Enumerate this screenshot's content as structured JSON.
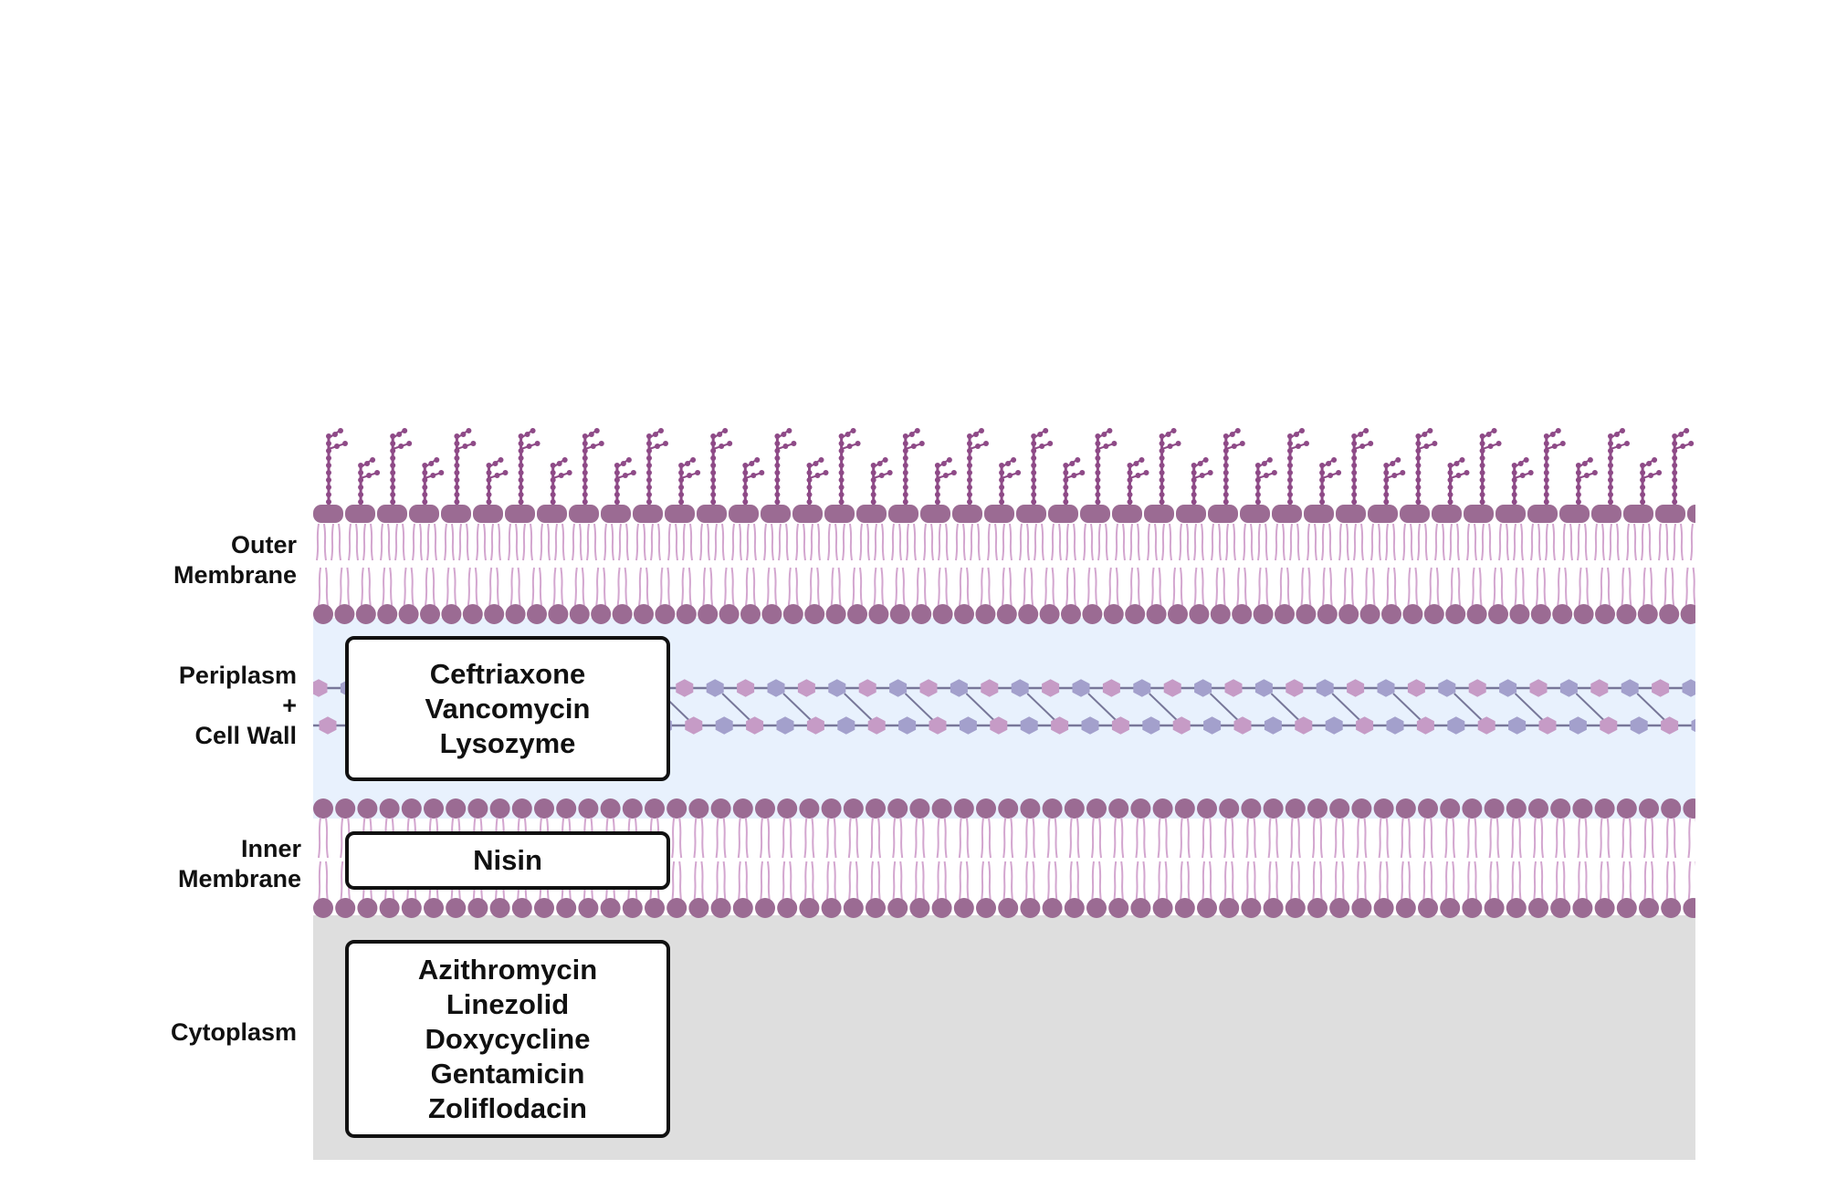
{
  "layers": {
    "outer_membrane": [
      "Outer",
      "Membrane"
    ],
    "periplasm": [
      "Periplasm",
      "+",
      "Cell Wall"
    ],
    "inner_membrane": [
      "Inner",
      "Membrane"
    ],
    "cytoplasm": [
      "Cytoplasm"
    ]
  },
  "drug_groups": {
    "periplasm": [
      "Ceftriaxone",
      "Vancomycin",
      "Lysozyme"
    ],
    "inner_membrane": [
      "Nisin"
    ],
    "cytoplasm": [
      "Azithromycin",
      "Linezolid",
      "Doxycycline",
      "Gentamicin",
      "Zoliflodacin"
    ]
  },
  "colors": {
    "lipid_head": "#9b6b93",
    "lipid_tail": "#d3a6cf",
    "lps_chain": "#8e4a87",
    "periplasm_bg": "#e8f1fd",
    "cytoplasm_bg": "#dedede",
    "hexagon_pink": "#c69bc6",
    "hexagon_blue": "#a3a0cc",
    "peptide_line": "#777799",
    "box_border": "#111111"
  }
}
